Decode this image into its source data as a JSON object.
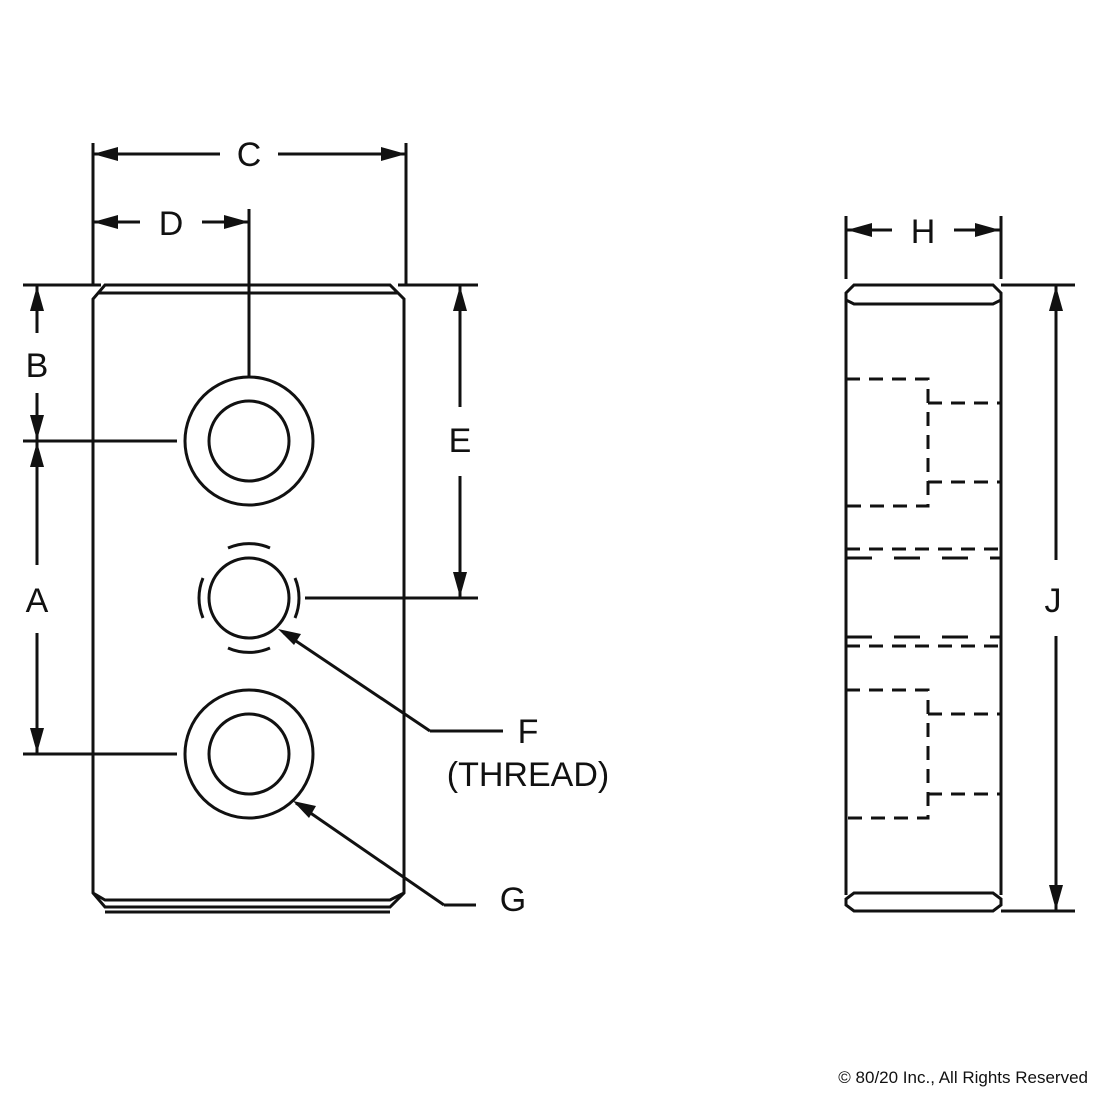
{
  "drawing": {
    "front_view": {
      "dimension_labels": {
        "C": "C",
        "D": "D",
        "B": "B",
        "A": "A",
        "E": "E"
      },
      "callouts": {
        "F": "F",
        "F_note": "(THREAD)",
        "G": "G"
      }
    },
    "side_view": {
      "dimension_labels": {
        "H": "H",
        "J": "J"
      }
    },
    "colors": {
      "line": "#111111",
      "background": "#ffffff"
    }
  },
  "footer": {
    "copyright": "© 80/20 Inc., All Rights Reserved"
  }
}
